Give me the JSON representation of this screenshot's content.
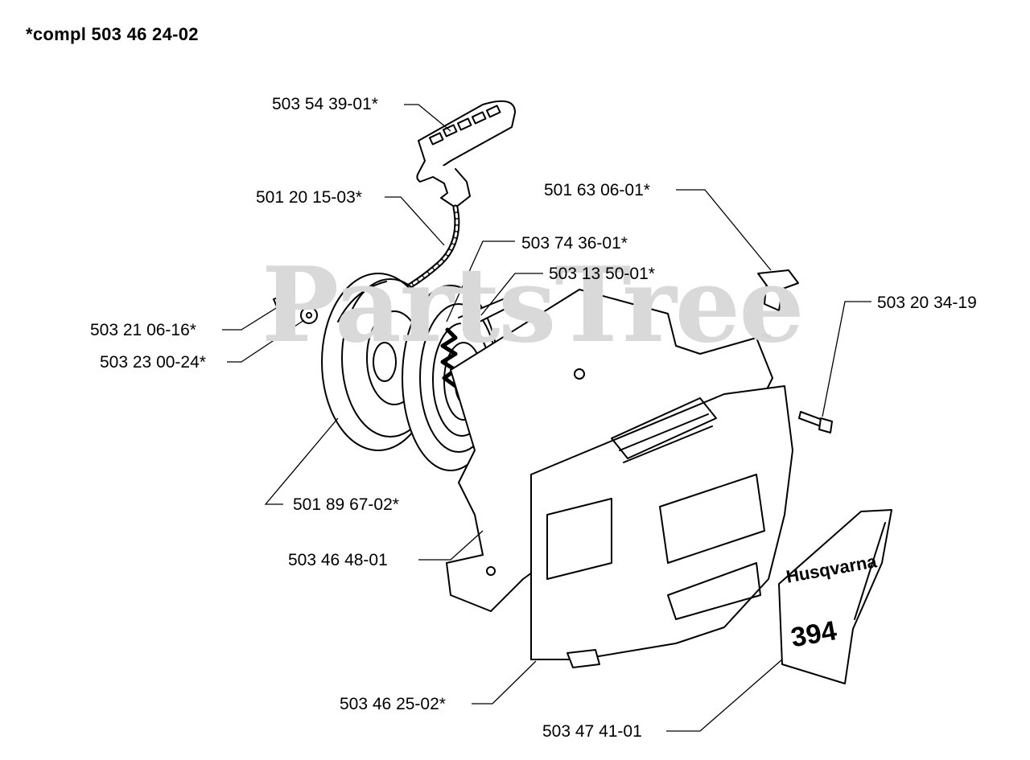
{
  "header": {
    "title": "*compl 503 46 24-02"
  },
  "watermark": {
    "text": "PartsTree",
    "tm": "™"
  },
  "decal": {
    "brand": "Husqvarna",
    "model": "394"
  },
  "parts": [
    {
      "id": "p1",
      "label": "503 54 39-01*"
    },
    {
      "id": "p2",
      "label": "501 20 15-03*"
    },
    {
      "id": "p3",
      "label": "503 74 36-01*"
    },
    {
      "id": "p4",
      "label": "503 13 50-01*"
    },
    {
      "id": "p5",
      "label": "501 63 06-01*"
    },
    {
      "id": "p6",
      "label": "503 20 34-19"
    },
    {
      "id": "p7",
      "label": "503 21 06-16*"
    },
    {
      "id": "p8",
      "label": "503 23 00-24*"
    },
    {
      "id": "p9",
      "label": "501 89 67-02*"
    },
    {
      "id": "p10",
      "label": "503 46 48-01"
    },
    {
      "id": "p11",
      "label": "503 46 25-02*"
    },
    {
      "id": "p12",
      "label": "503 47 41-01"
    }
  ]
}
